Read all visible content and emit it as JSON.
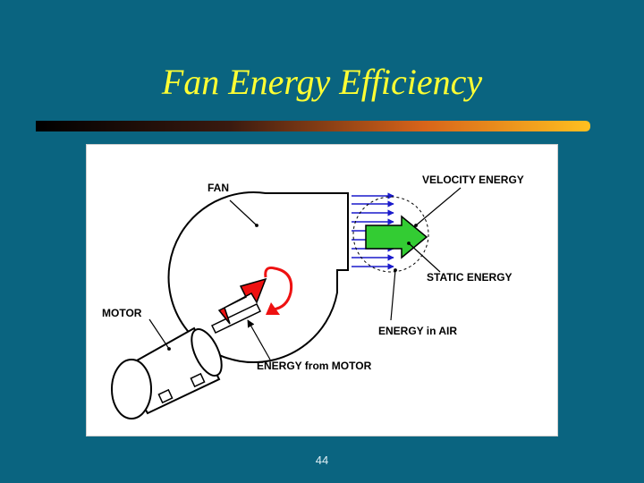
{
  "slide": {
    "title": "Fan Energy Efficiency",
    "page_number": "44"
  },
  "diagram": {
    "labels": {
      "fan": "FAN",
      "velocity_energy": "VELOCITY ENERGY",
      "static_energy": "STATIC ENERGY",
      "motor": "MOTOR",
      "energy_in_air": "ENERGY in AIR",
      "energy_from_motor": "ENERGY from MOTOR"
    },
    "colors": {
      "background": "#0a6480",
      "title": "#ffff33",
      "velocity_arrow": "#33cc33",
      "shaft_arrow": "#ee1111",
      "flow_lines": "#1a1acc",
      "rotation_arrow": "#ee1111"
    }
  }
}
